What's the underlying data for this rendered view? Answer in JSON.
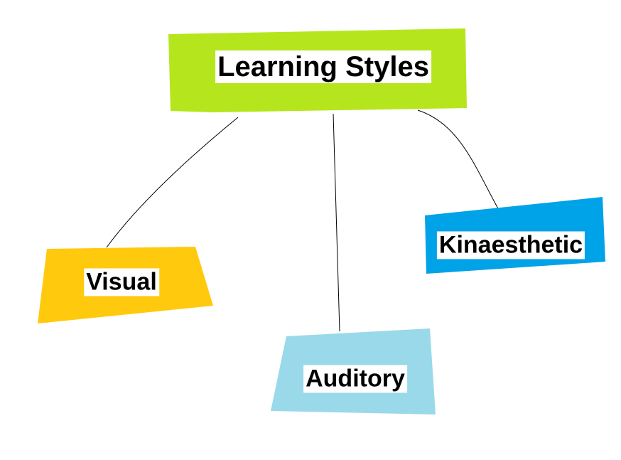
{
  "title": {
    "text": "Learning Styles",
    "color": "#b5e61d"
  },
  "nodes": [
    {
      "id": "visual",
      "text": "Visual",
      "color": "#ffc90e"
    },
    {
      "id": "auditory",
      "text": "Auditory",
      "color": "#99d9ea"
    },
    {
      "id": "kinaesthetic",
      "text": "Kinaesthetic",
      "color": "#00a2e8"
    }
  ],
  "edges": [
    {
      "from": "title",
      "to": "visual"
    },
    {
      "from": "title",
      "to": "auditory"
    },
    {
      "from": "title",
      "to": "kinaesthetic"
    }
  ]
}
